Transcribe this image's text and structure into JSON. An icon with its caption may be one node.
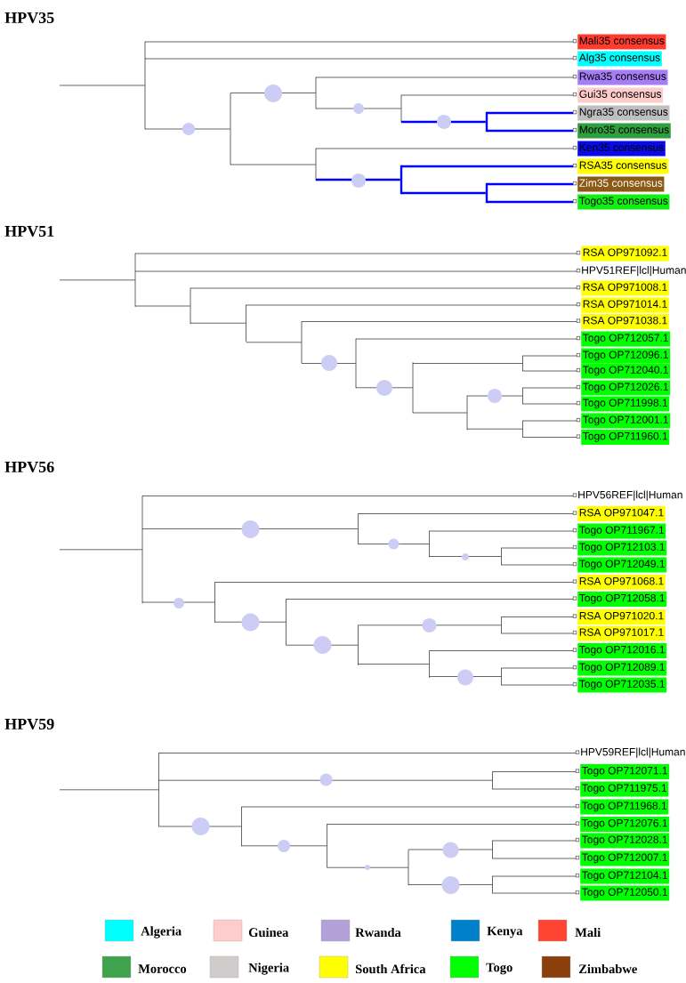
{
  "diagram": {
    "nodes": [
      {
        "text": [
          "Mali35 consensus"
        ]
      },
      {
        "text": [
          "Alg35 consensus"
        ]
      },
      {
        "text": [
          "Rwa35 consensus"
        ]
      },
      {
        "text": [
          "Gui35 consensus"
        ]
      },
      {
        "text": [
          "Ngra35 consensus"
        ]
      },
      {
        "text": [
          "Moro35 consensus"
        ]
      },
      {
        "text": [
          "Ken35 consensus"
        ]
      },
      {
        "text": [
          "RSA35 consensus"
        ]
      },
      {
        "text": [
          "Zim35 consensus"
        ]
      },
      {
        "text": [
          "Togo35 consensus"
        ]
      },
      {
        "text": [],
        "shape": "bar"
      },
      {
        "text": [],
        "shape": "bar"
      },
      {
        "text": [],
        "shape": "bar"
      },
      {
        "text": [],
        "shape": "bar"
      },
      {
        "text": [],
        "shape": "bar"
      },
      {
        "text": [],
        "shape": "bar"
      },
      {
        "text": [],
        "shape": "bar"
      },
      {
        "text": [],
        "shape": "bar"
      },
      {
        "text": [
          "RSA OP971092.1"
        ]
      },
      {
        "text": [
          "HPV51REF|lcl|Human"
        ]
      },
      {
        "text": [
          "RSA OP971008.1"
        ]
      },
      {
        "text": [
          "RSA OP971014.1"
        ]
      },
      {
        "text": [
          "RSA OP971038.1"
        ]
      },
      {
        "text": [
          "Togo OP712057.1"
        ]
      },
      {
        "text": [
          "Togo OP712096.1"
        ]
      },
      {
        "text": [
          "Togo OP712040.1"
        ]
      },
      {
        "text": [
          "Togo OP712026.1"
        ]
      },
      {
        "text": [
          "Togo OP711998.1"
        ]
      },
      {
        "text": [
          "Togo OP712001.1"
        ]
      },
      {
        "text": [
          "Togo OP711960.1"
        ]
      },
      {
        "text": [],
        "shape": "bar"
      },
      {
        "text": [],
        "shape": "bar"
      },
      {
        "text": [],
        "shape": "bar"
      },
      {
        "text": [],
        "shape": "bar"
      },
      {
        "text": [],
        "shape": "bar"
      },
      {
        "text": [],
        "shape": "bar"
      },
      {
        "text": [],
        "shape": "bar"
      },
      {
        "text": [],
        "shape": "bar"
      },
      {
        "text": [],
        "shape": "bar"
      },
      {
        "text": [],
        "shape": "bar"
      },
      {
        "text": [
          "HPV56REF|lcl|Human"
        ]
      },
      {
        "text": [
          "RSA OP971047.1"
        ]
      },
      {
        "text": [
          "Togo OP711967.1"
        ]
      },
      {
        "text": [
          "Togo OP712103.1"
        ]
      },
      {
        "text": [
          "Togo OP712049.1"
        ]
      },
      {
        "text": [
          "RSA OP971068.1"
        ]
      },
      {
        "text": [
          "Togo OP712058.1"
        ]
      },
      {
        "text": [
          "RSA OP971020.1"
        ]
      },
      {
        "text": [
          "RSA OP971017.1"
        ]
      },
      {
        "text": [
          "Togo OP712016.1"
        ]
      },
      {
        "text": [
          "Togo OP712089.1"
        ]
      },
      {
        "text": [
          "Togo OP712035.1"
        ]
      },
      {
        "text": [],
        "shape": "bar"
      },
      {
        "text": [],
        "shape": "bar"
      },
      {
        "text": [],
        "shape": "bar"
      },
      {
        "text": [],
        "shape": "bar"
      },
      {
        "text": [],
        "shape": "bar"
      },
      {
        "text": [],
        "shape": "bar"
      },
      {
        "text": [],
        "shape": "bar"
      },
      {
        "text": [],
        "shape": "bar"
      },
      {
        "text": [],
        "shape": "bar"
      },
      {
        "text": [],
        "shape": "bar"
      },
      {
        "text": [
          "HPV59REF|lcl|Human"
        ]
      },
      {
        "text": [
          "Togo OP712071.1"
        ]
      },
      {
        "text": [
          "Togo OP711975.1"
        ]
      },
      {
        "text": [
          "Togo OP711968.1"
        ]
      },
      {
        "text": [
          "Togo OP712076.1"
        ]
      },
      {
        "text": [
          "Togo OP712028.1"
        ]
      },
      {
        "text": [
          "Togo OP712007.1"
        ]
      },
      {
        "text": [
          "Togo OP712104.1"
        ]
      },
      {
        "text": [
          "Togo OP712050.1"
        ]
      },
      {
        "text": [],
        "shape": "bar"
      },
      {
        "text": [],
        "shape": "bar"
      },
      {
        "text": [],
        "shape": "bar"
      },
      {
        "text": [],
        "shape": "bar"
      },
      {
        "text": [],
        "shape": "bar"
      },
      {
        "text": [],
        "shape": "bar"
      },
      {
        "text": [],
        "shape": "bar"
      }
    ],
    "edges": [
      {
        "from": null,
        "to": 10,
        "arrow": "none"
      },
      {
        "from": 10,
        "to": 0,
        "arrow": "none"
      },
      {
        "from": 10,
        "to": 1,
        "arrow": "none"
      },
      {
        "from": 10,
        "to": 11,
        "arrow": "none"
      },
      {
        "from": 11,
        "to": 12,
        "arrow": "none"
      },
      {
        "from": 11,
        "to": 13,
        "arrow": "none"
      },
      {
        "from": 12,
        "to": 2,
        "arrow": "none"
      },
      {
        "from": 12,
        "to": 14,
        "arrow": "none"
      },
      {
        "from": 14,
        "to": 3,
        "arrow": "none"
      },
      {
        "from": 14,
        "to": 16,
        "arrow": "none",
        "style": "thick",
        "color": "#0000ff"
      },
      {
        "from": 16,
        "to": 4,
        "arrow": "none",
        "style": "thick",
        "color": "#0000ff"
      },
      {
        "from": 16,
        "to": 5,
        "arrow": "none",
        "style": "thick",
        "color": "#0000ff"
      },
      {
        "from": 13,
        "to": 6,
        "arrow": "none"
      },
      {
        "from": 13,
        "to": 15,
        "arrow": "none",
        "style": "thick",
        "color": "#0000ff"
      },
      {
        "from": 15,
        "to": 7,
        "arrow": "none",
        "style": "thick",
        "color": "#0000ff"
      },
      {
        "from": 15,
        "to": 17,
        "arrow": "none",
        "style": "thick",
        "color": "#0000ff"
      },
      {
        "from": 17,
        "to": 8,
        "arrow": "none",
        "style": "thick",
        "color": "#0000ff"
      },
      {
        "from": 17,
        "to": 9,
        "arrow": "none",
        "style": "thick",
        "color": "#0000ff"
      },
      {
        "from": null,
        "to": 30,
        "arrow": "none"
      },
      {
        "from": 30,
        "to": 18,
        "arrow": "none"
      },
      {
        "from": 30,
        "to": 19,
        "arrow": "none"
      },
      {
        "from": 30,
        "to": 31,
        "arrow": "none"
      },
      {
        "from": 31,
        "to": 20,
        "arrow": "none"
      },
      {
        "from": 31,
        "to": 32,
        "arrow": "none"
      },
      {
        "from": 32,
        "to": 21,
        "arrow": "none"
      },
      {
        "from": 32,
        "to": 33,
        "arrow": "none"
      },
      {
        "from": 33,
        "to": 22,
        "arrow": "none"
      },
      {
        "from": 33,
        "to": 34,
        "arrow": "none"
      },
      {
        "from": 34,
        "to": 23,
        "arrow": "none"
      },
      {
        "from": 34,
        "to": 35,
        "arrow": "none"
      },
      {
        "from": 35,
        "to": 37,
        "arrow": "none"
      },
      {
        "from": 35,
        "to": 36,
        "arrow": "none"
      },
      {
        "from": 37,
        "to": 24,
        "arrow": "none"
      },
      {
        "from": 37,
        "to": 25,
        "arrow": "none"
      },
      {
        "from": 36,
        "to": 38,
        "arrow": "none"
      },
      {
        "from": 36,
        "to": 39,
        "arrow": "none"
      },
      {
        "from": 38,
        "to": 26,
        "arrow": "none"
      },
      {
        "from": 38,
        "to": 27,
        "arrow": "none"
      },
      {
        "from": 39,
        "to": 28,
        "arrow": "none"
      },
      {
        "from": 39,
        "to": 29,
        "arrow": "none"
      },
      {
        "from": null,
        "to": 52,
        "arrow": "none"
      },
      {
        "from": 52,
        "to": 40,
        "arrow": "none"
      },
      {
        "from": 52,
        "to": 55,
        "arrow": "none"
      },
      {
        "from": 52,
        "to": 53,
        "arrow": "none"
      },
      {
        "from": 55,
        "to": 41,
        "arrow": "none"
      },
      {
        "from": 55,
        "to": 57,
        "arrow": "none"
      },
      {
        "from": 57,
        "to": 42,
        "arrow": "none"
      },
      {
        "from": 57,
        "to": 59,
        "arrow": "none"
      },
      {
        "from": 59,
        "to": 43,
        "arrow": "none"
      },
      {
        "from": 59,
        "to": 44,
        "arrow": "none"
      },
      {
        "from": 53,
        "to": 45,
        "arrow": "none"
      },
      {
        "from": 53,
        "to": 54,
        "arrow": "none"
      },
      {
        "from": 54,
        "to": 46,
        "arrow": "none"
      },
      {
        "from": 54,
        "to": 56,
        "arrow": "none"
      },
      {
        "from": 56,
        "to": 60,
        "arrow": "none"
      },
      {
        "from": 56,
        "to": 58,
        "arrow": "none"
      },
      {
        "from": 60,
        "to": 47,
        "arrow": "none"
      },
      {
        "from": 60,
        "to": 48,
        "arrow": "none"
      },
      {
        "from": 58,
        "to": 49,
        "arrow": "none"
      },
      {
        "from": 58,
        "to": 61,
        "arrow": "none"
      },
      {
        "from": 61,
        "to": 50,
        "arrow": "none"
      },
      {
        "from": 61,
        "to": 51,
        "arrow": "none"
      },
      {
        "from": null,
        "to": 71,
        "arrow": "none"
      },
      {
        "from": 71,
        "to": 62,
        "arrow": "none"
      },
      {
        "from": 71,
        "to": 75,
        "arrow": "none"
      },
      {
        "from": 71,
        "to": 72,
        "arrow": "none"
      },
      {
        "from": 75,
        "to": 63,
        "arrow": "none"
      },
      {
        "from": 75,
        "to": 64,
        "arrow": "none"
      },
      {
        "from": 72,
        "to": 65,
        "arrow": "none"
      },
      {
        "from": 72,
        "to": 73,
        "arrow": "none"
      },
      {
        "from": 73,
        "to": 66,
        "arrow": "none"
      },
      {
        "from": 73,
        "to": 74,
        "arrow": "none"
      },
      {
        "from": 74,
        "to": 76,
        "arrow": "none"
      },
      {
        "from": 74,
        "to": 77,
        "arrow": "none"
      },
      {
        "from": 76,
        "to": 67,
        "arrow": "none"
      },
      {
        "from": 76,
        "to": 68,
        "arrow": "none"
      },
      {
        "from": 77,
        "to": 69,
        "arrow": "none"
      },
      {
        "from": 77,
        "to": 70,
        "arrow": "none"
      }
    ],
    "labels": [
      "HPV35",
      "HPV51",
      "HPV56",
      "HPV59"
    ],
    "legend": [
      {
        "text": "Algeria",
        "color": "#00ffff"
      },
      {
        "text": "Guinea",
        "color": "#ffcccc"
      },
      {
        "text": "Rwanda",
        "color": "#b4a0d8"
      },
      {
        "text": "Kenya",
        "color": "#0080c8"
      },
      {
        "text": "Mali",
        "color": "#ff4433"
      },
      {
        "text": "Morocco",
        "color": "#3fa34d"
      },
      {
        "text": "Nigeria",
        "color": "#d0cccc"
      },
      {
        "text": "South Africa",
        "color": "#ffff00"
      },
      {
        "text": "Togo",
        "color": "#00ff00"
      },
      {
        "text": "Zimbabwe",
        "color": "#8b3f0a"
      }
    ]
  }
}
